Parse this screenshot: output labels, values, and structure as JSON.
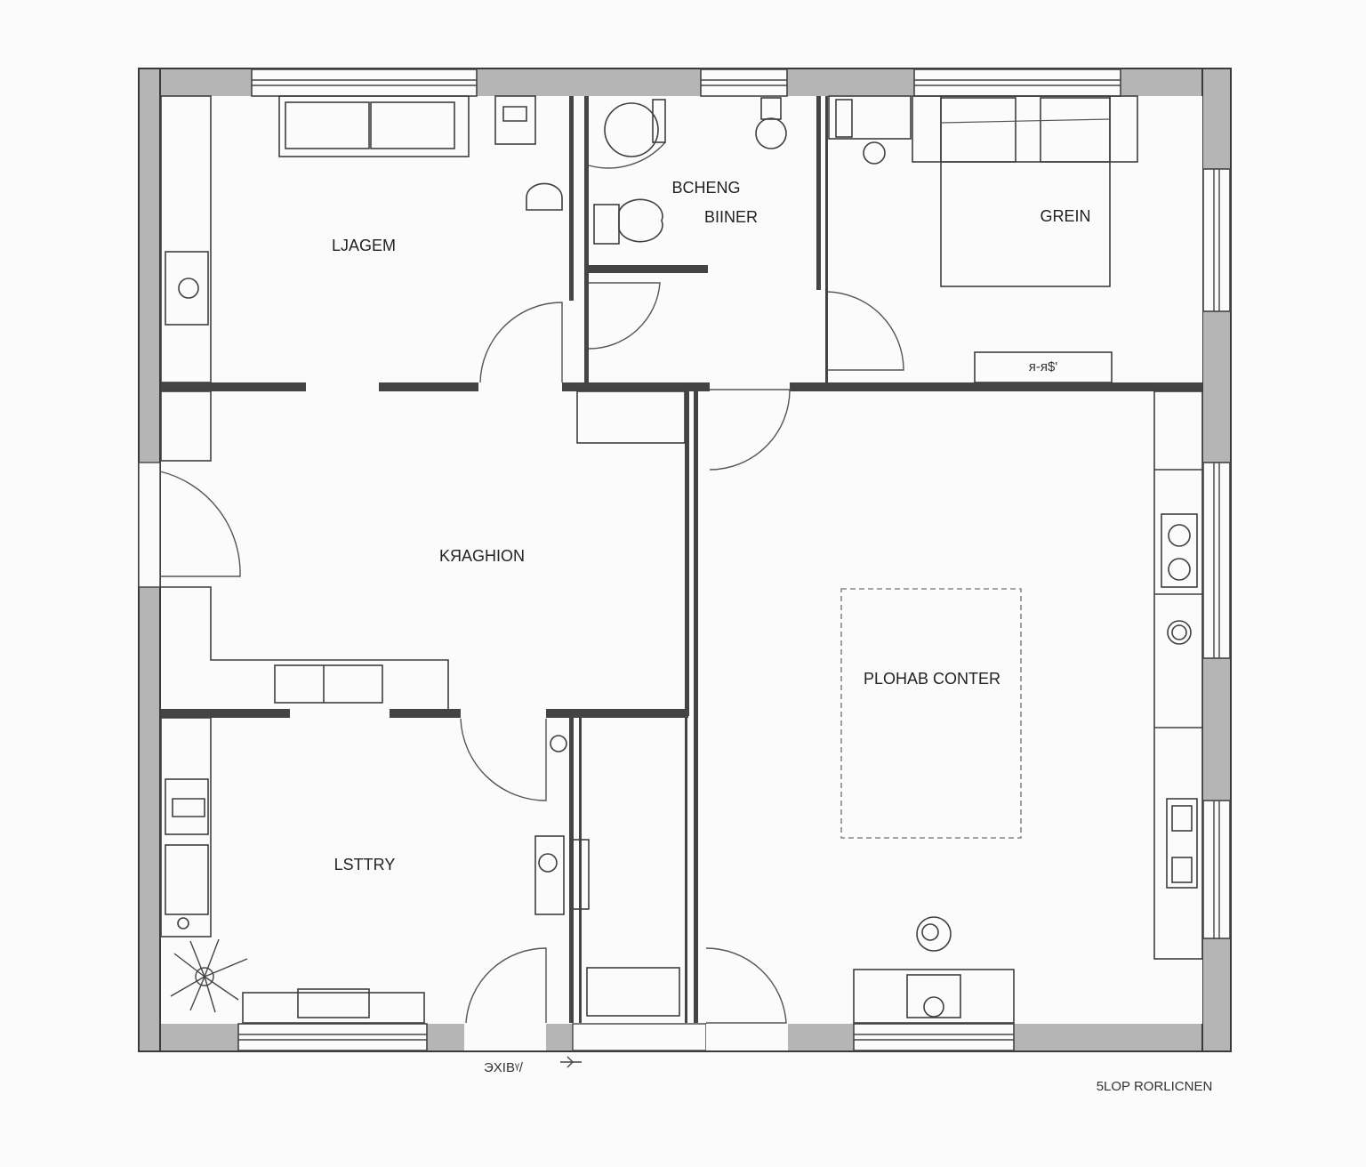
{
  "rooms": {
    "room_top_left": "LJAGEM",
    "room_top_mid_1": "BCHENG",
    "room_top_mid_2": "BIINER",
    "room_top_right": "GREIN",
    "room_center_left": "KЯAGHION",
    "room_bottom_left": "LSTTRY",
    "room_right_center": "PLOHAB CONTER"
  },
  "annotations": {
    "tag_bedroom": "ᴙ-ᴙ$'",
    "scale_note": "ЭXIBᵞ/",
    "plan_title": "5LOP RORLICNEN"
  }
}
